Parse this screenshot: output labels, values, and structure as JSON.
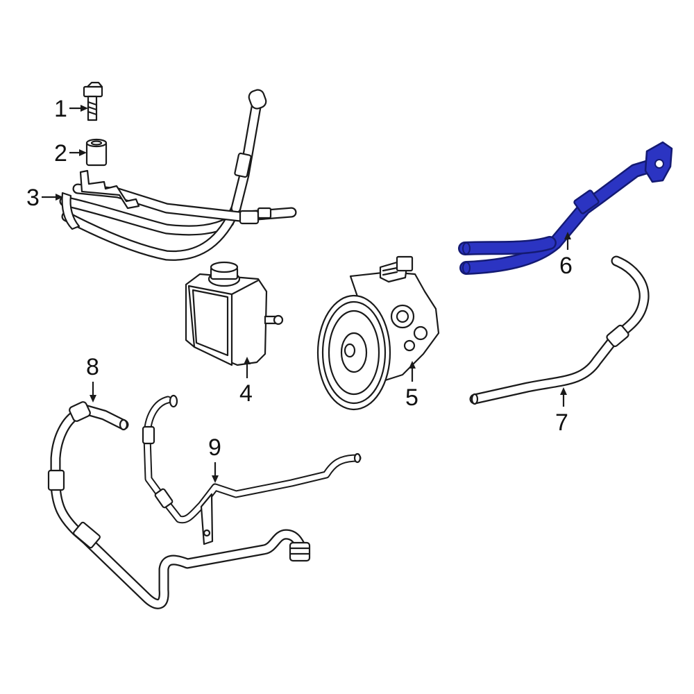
{
  "callouts": [
    {
      "id": "1",
      "label": "1"
    },
    {
      "id": "2",
      "label": "2"
    },
    {
      "id": "3",
      "label": "3"
    },
    {
      "id": "4",
      "label": "4"
    },
    {
      "id": "5",
      "label": "5"
    },
    {
      "id": "6",
      "label": "6"
    },
    {
      "id": "7",
      "label": "7"
    },
    {
      "id": "8",
      "label": "8"
    },
    {
      "id": "9",
      "label": "9"
    }
  ],
  "colors": {
    "highlight_part": "#2b34c2",
    "highlight_outline": "#141a73",
    "linework": "#1a1a1a",
    "background": "#ffffff"
  }
}
